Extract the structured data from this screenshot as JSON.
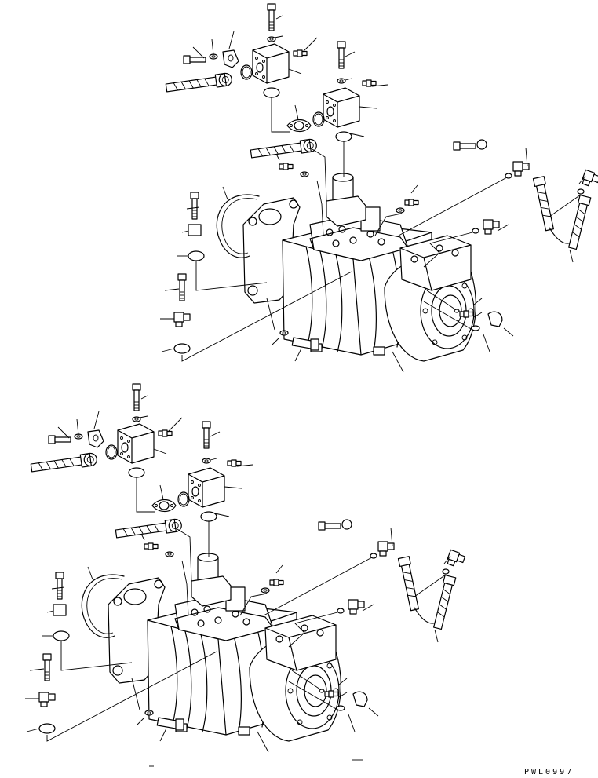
{
  "diagram": {
    "reference_code": "PWL0997",
    "assemblies": [
      {
        "id": "upper"
      },
      {
        "id": "lower"
      }
    ]
  }
}
